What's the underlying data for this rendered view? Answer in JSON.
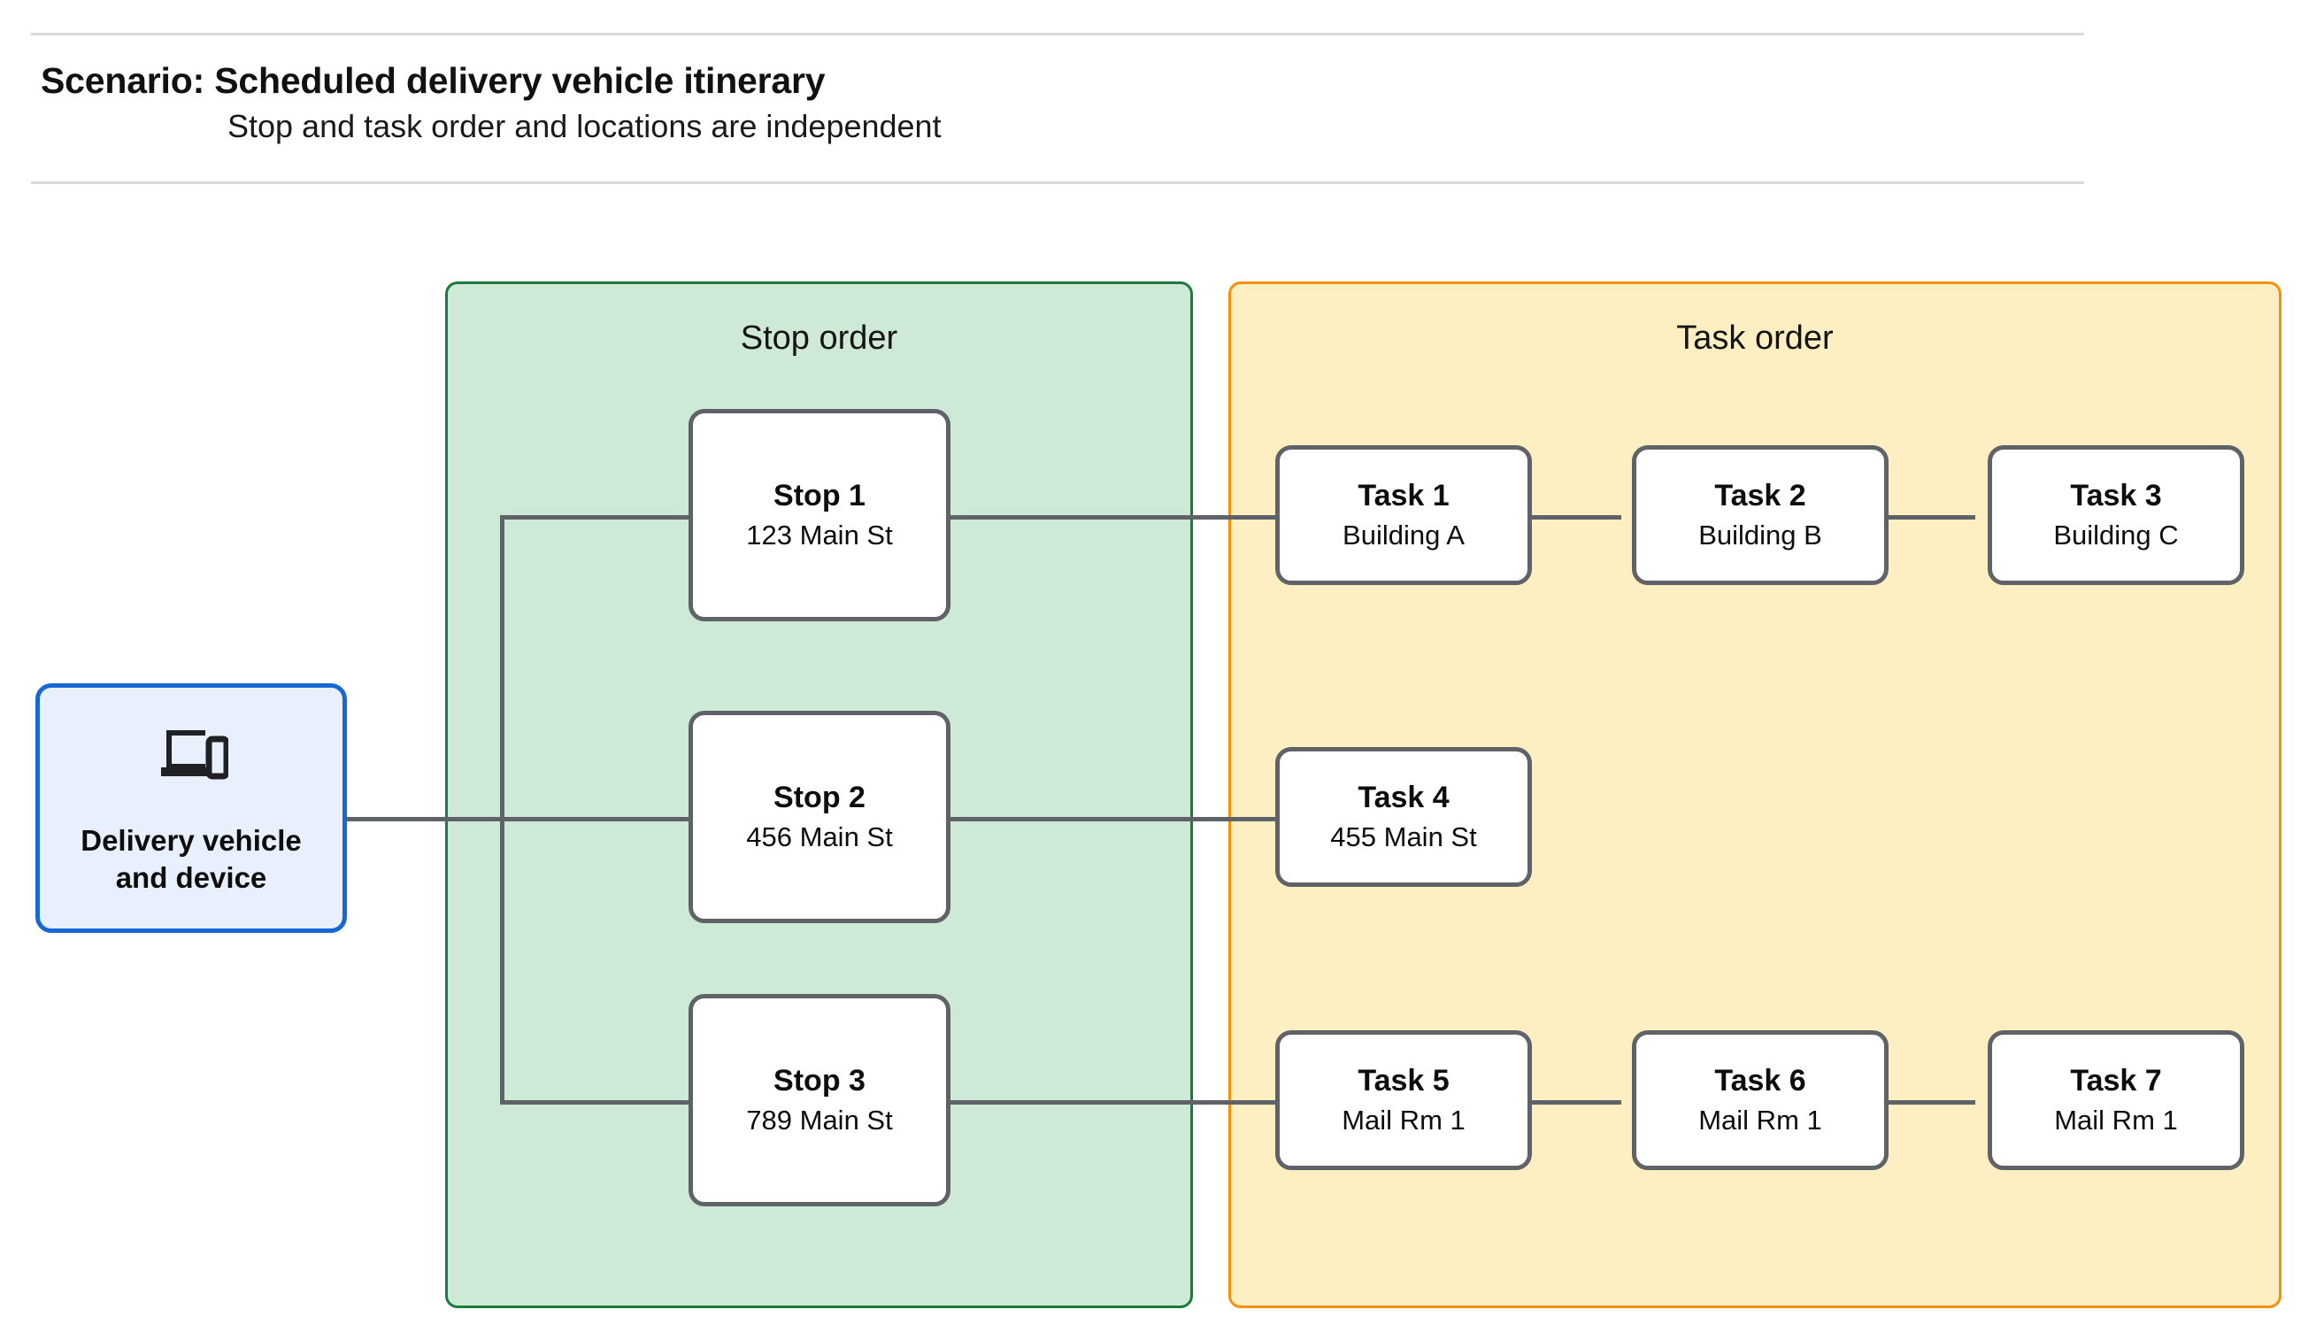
{
  "header": {
    "title": "Scenario: Scheduled delivery vehicle itinerary",
    "subtitle": "Stop and task order and locations are independent"
  },
  "vehicle": {
    "icon": "devices-icon",
    "label": "Delivery vehicle\nand device",
    "border_color": "#1967d2",
    "fill_color": "#e8f0fe"
  },
  "groups": {
    "stop": {
      "title": "Stop order",
      "fill_color": "#cee9d6",
      "border_color": "#1c7a3e"
    },
    "task": {
      "title": "Task order",
      "fill_color": "#feefc3",
      "border_color": "#f59109"
    }
  },
  "stops": [
    {
      "title": "Stop 1",
      "address": "123 Main St"
    },
    {
      "title": "Stop 2",
      "address": "456 Main St"
    },
    {
      "title": "Stop 3",
      "address": "789 Main St"
    }
  ],
  "task_rows": [
    [
      {
        "title": "Task 1",
        "location": "Building A"
      },
      {
        "title": "Task 2",
        "location": "Building B"
      },
      {
        "title": "Task 3",
        "location": "Building C"
      }
    ],
    [
      {
        "title": "Task 4",
        "location": "455 Main St"
      }
    ],
    [
      {
        "title": "Task 5",
        "location": "Mail Rm 1"
      },
      {
        "title": "Task 6",
        "location": "Mail Rm 1"
      },
      {
        "title": "Task 7",
        "location": "Mail Rm 1"
      }
    ]
  ],
  "connector_color": "#5f6368"
}
